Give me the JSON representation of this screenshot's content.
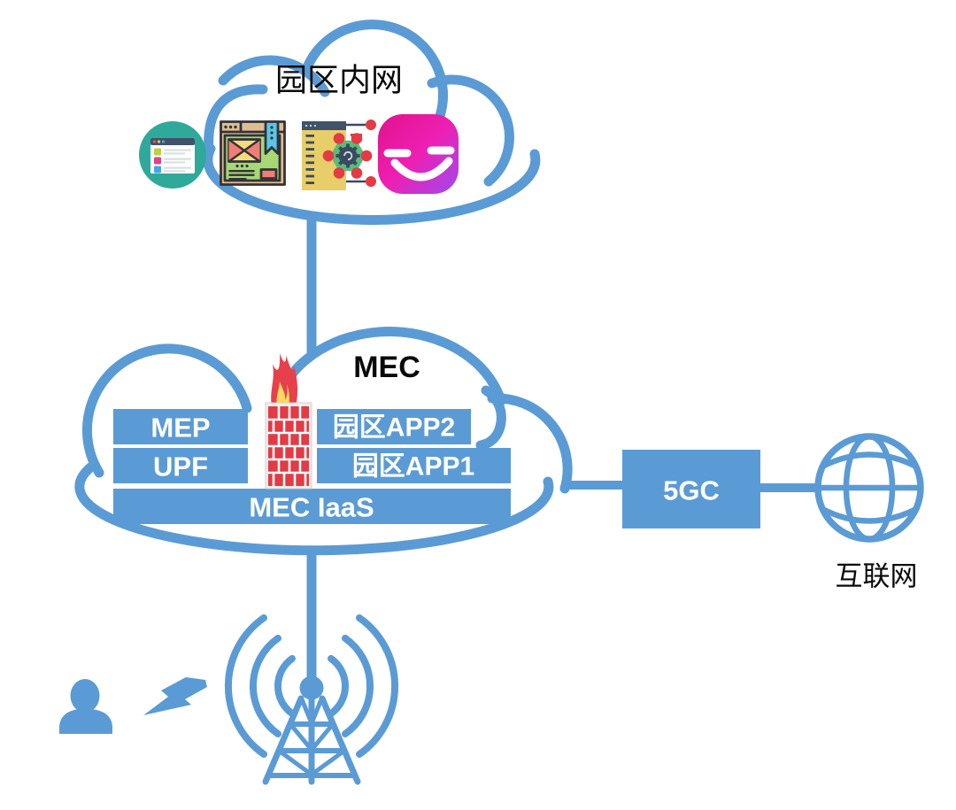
{
  "clouds": {
    "campus": {
      "label": "园区内网",
      "icons": [
        "list-window-app-icon",
        "webpage-app-icon",
        "gear-network-app-icon",
        "smiley-app-icon"
      ]
    },
    "mec": {
      "label": "MEC",
      "components": {
        "mep": "MEP",
        "upf": "UPF",
        "app2": "园区APP2",
        "app1": "园区APP1",
        "iaas": "MEC IaaS"
      },
      "firewall": "firewall-brick-flame-icon"
    }
  },
  "core_network": {
    "label": "5GC"
  },
  "internet": {
    "label": "互联网"
  },
  "access": {
    "icons": [
      "user-person-icon",
      "lightning-bolt-icon",
      "base-station-tower-icon"
    ]
  },
  "colors": {
    "primary_blue": "#5B9BD5",
    "label_black": "#0a0a0a",
    "box_text_white": "#FFFFFF",
    "brick_red": "#E23B45",
    "flame_red": "#E8404A",
    "flame_yellow": "#FFD95E",
    "icon_teal": "#2FA99A",
    "icon_magenta": "#E2128E",
    "icon_purple": "#9D4BF0",
    "icon_panel_yellow": "#E7CE69",
    "icon_hex_green": "#57BE79",
    "icon_node_red": "#E53A44"
  }
}
